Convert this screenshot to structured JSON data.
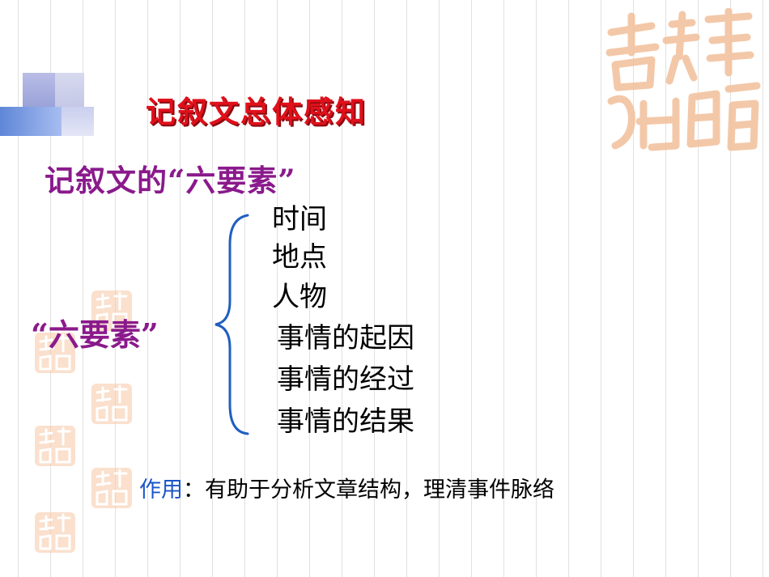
{
  "title": "记叙文总体感知",
  "subtitle": "记叙文的“六要素”",
  "left_label": "“六要素”",
  "elements": [
    "时间",
    "地点",
    "人物",
    "事情的起因",
    "事情的经过",
    "事情的结果"
  ],
  "usage": {
    "label": "作用",
    "text": "：有助于分析文章结构，理清事件脉络"
  },
  "colors": {
    "title": "#e0101a",
    "subtitle": "#8a1a8c",
    "usage_label": "#1a55c9",
    "brace": "#1f5fbf",
    "seal": "#f0b48c"
  },
  "icons": [
    "auspicious-seal-icon"
  ]
}
